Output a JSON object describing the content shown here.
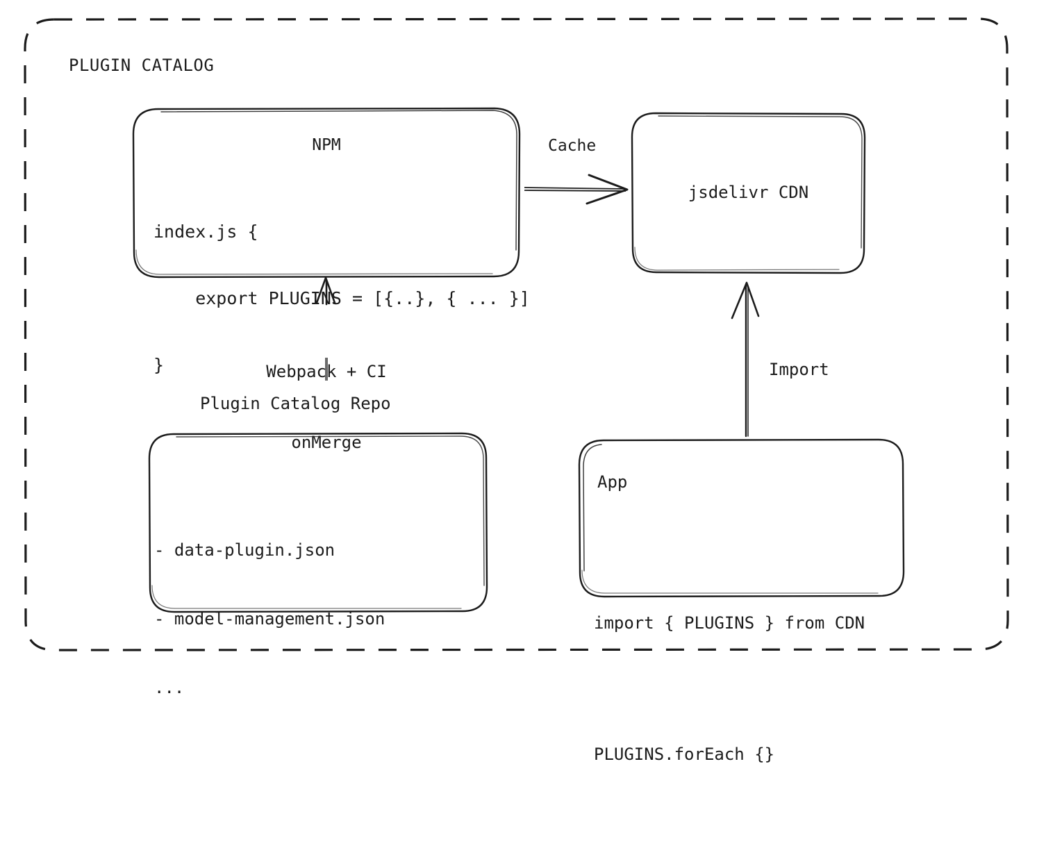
{
  "diagram": {
    "title": "PLUGIN CATALOG",
    "boundary": {
      "style": "dashed-rounded-rect",
      "color": "#1b1b1b"
    },
    "ink_color": "#1b1b1b",
    "background": "#ffffff",
    "nodes": {
      "npm": {
        "title": "NPM",
        "code_lines": [
          "index.js {",
          "    export PLUGINS = [{..}, { ... }]",
          "}"
        ]
      },
      "cdn": {
        "title": "jsdelivr CDN"
      },
      "repo": {
        "caption": "Plugin Catalog Repo",
        "files": [
          "- data-plugin.json",
          "- model-management.json",
          "..."
        ]
      },
      "app": {
        "title": "App",
        "code_lines": [
          "import { PLUGINS } from CDN",
          "PLUGINS.forEach {}"
        ]
      }
    },
    "edges": [
      {
        "id": "npm-to-cdn",
        "label": "Cache",
        "from": "npm",
        "to": "cdn",
        "direction": "right"
      },
      {
        "id": "repo-to-npm",
        "label_lines": [
          "Webpack + CI",
          "onMerge"
        ],
        "from": "repo",
        "to": "npm",
        "direction": "up"
      },
      {
        "id": "app-to-cdn",
        "label": "Import",
        "from": "app",
        "to": "cdn",
        "direction": "up"
      }
    ]
  }
}
